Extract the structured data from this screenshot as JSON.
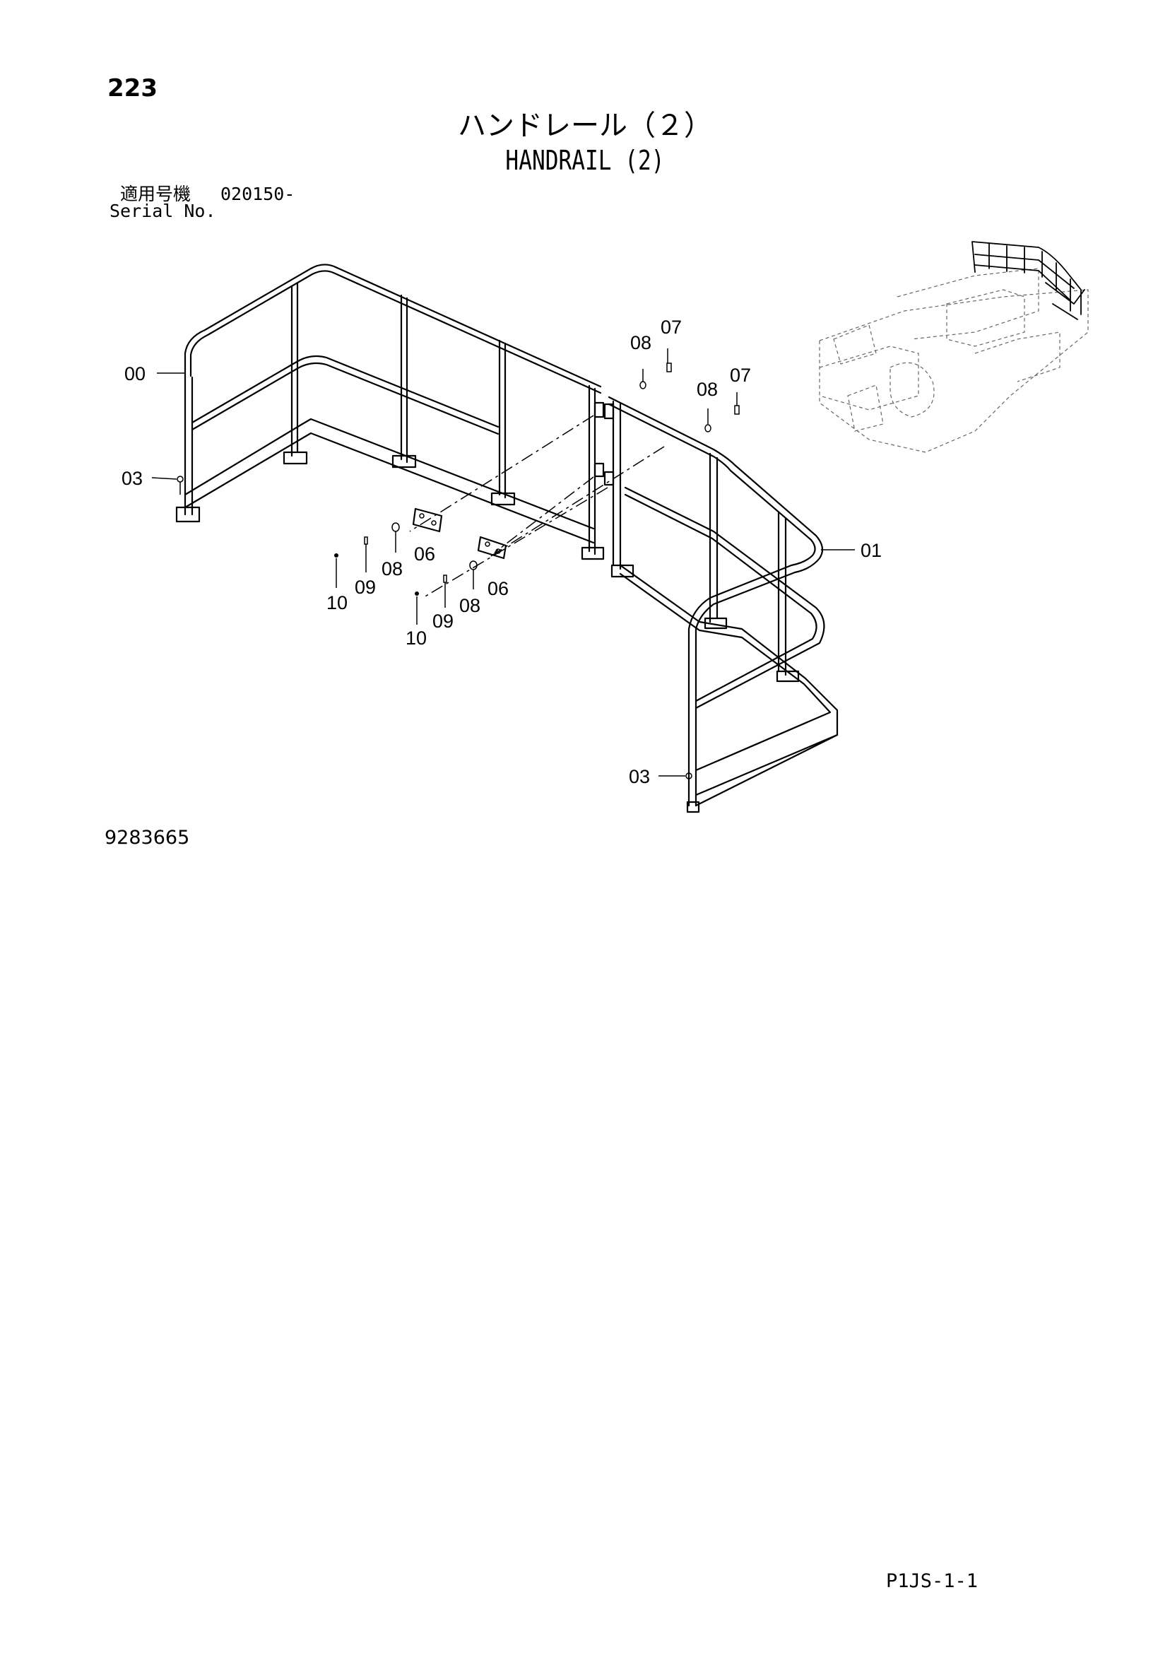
{
  "page_number": "223",
  "title": {
    "japanese": "ハンドレール（２）",
    "english": "HANDRAIL (2)"
  },
  "serial": {
    "label_jp": "適用号機",
    "value": "020150-",
    "label_en": "Serial No."
  },
  "callouts": {
    "c00": "00",
    "c01": "01",
    "c03a": "03",
    "c03b": "03",
    "c06a": "06",
    "c06b": "06",
    "c07a": "07",
    "c07b": "07",
    "c08a": "08",
    "c08b": "08",
    "c08c": "08",
    "c08d": "08",
    "c09a": "09",
    "c09b": "09",
    "c10a": "10",
    "c10b": "10"
  },
  "drawing_number": "9283665",
  "page_code": "P1JS-1-1"
}
